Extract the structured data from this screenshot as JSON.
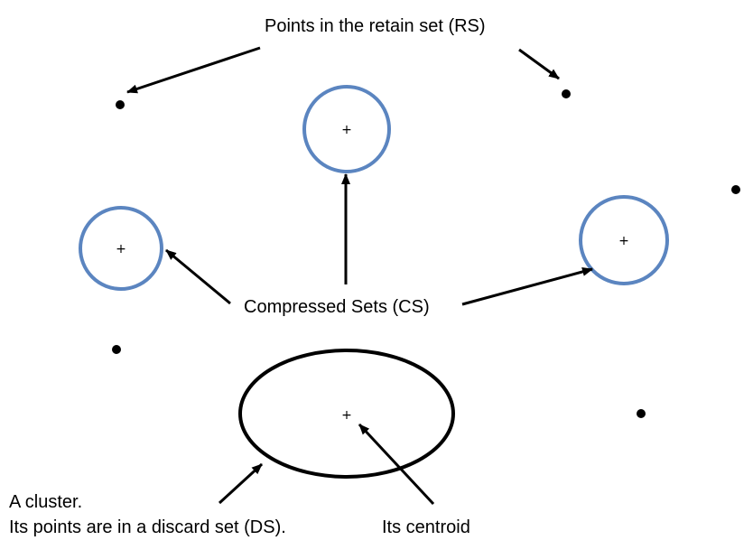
{
  "labels": {
    "retain_set": "Points in the retain set (RS)",
    "compressed_sets": "Compressed  Sets (CS)",
    "cluster": "A cluster.",
    "discard_set": "Its points are in a discard set (DS).",
    "centroid": "Its centroid"
  },
  "centroid_marker": "+",
  "colors": {
    "cs_circle": "#5b85c0",
    "ink": "#000000"
  }
}
